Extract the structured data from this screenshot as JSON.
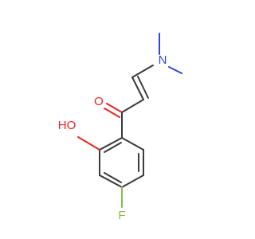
{
  "molecule": {
    "atoms": {
      "nitrogen": {
        "label": "N",
        "color": "#2f46d8"
      },
      "carbonyl_oxygen": {
        "label": "O",
        "color": "#e8251f"
      },
      "hydroxyl": {
        "label": "HO",
        "color": "#e8251f"
      },
      "fluorine": {
        "label": "F",
        "color": "#86bb4a"
      }
    },
    "bond_color": "#3a3a3a"
  }
}
